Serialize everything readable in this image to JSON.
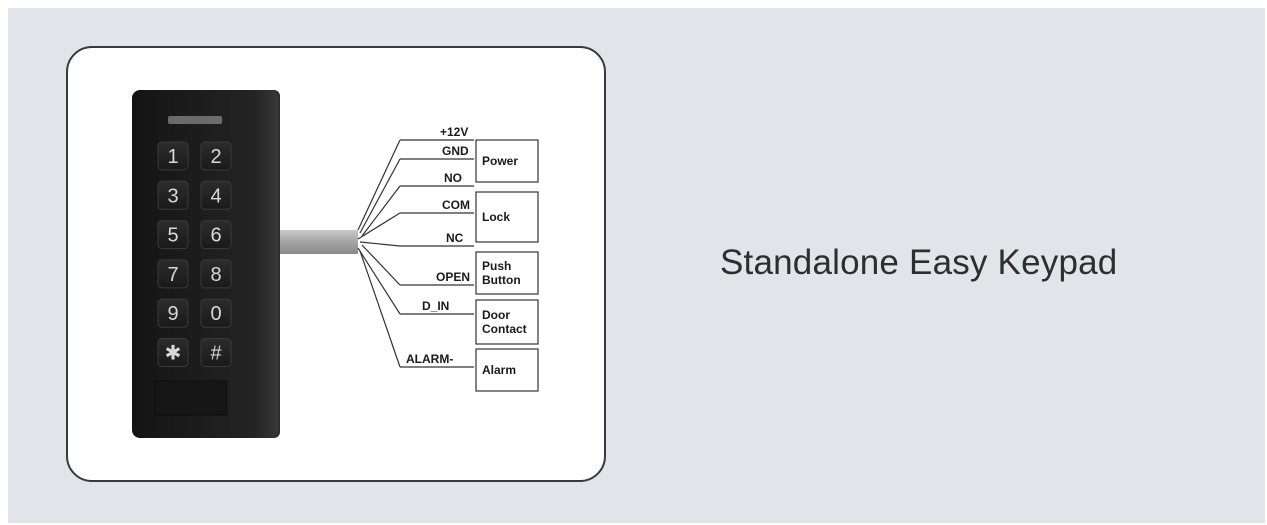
{
  "title": "Standalone Easy Keypad",
  "keypad": {
    "keys": [
      "1",
      "2",
      "3",
      "4",
      "5",
      "6",
      "7",
      "8",
      "9",
      "0",
      "✱",
      "#"
    ]
  },
  "wiring": {
    "wires": [
      "+12V",
      "GND",
      "NO",
      "COM",
      "NC",
      "OPEN",
      "D_IN",
      "ALARM-"
    ],
    "boxes": [
      {
        "lines": [
          "Power"
        ]
      },
      {
        "lines": [
          "Lock"
        ]
      },
      {
        "lines": [
          "Push",
          "Button"
        ]
      },
      {
        "lines": [
          "Door",
          "Contact"
        ]
      },
      {
        "lines": [
          "Alarm"
        ]
      }
    ]
  },
  "colors": {
    "background": "#e1e5e9",
    "device_body": "#1c1c1c",
    "indicator": "#6b6b6b",
    "cable": "#a9a9a9"
  }
}
